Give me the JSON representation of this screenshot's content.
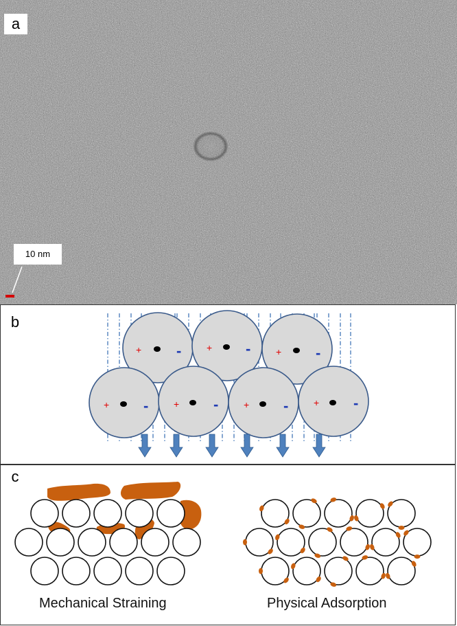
{
  "panels": {
    "a": {
      "label": "a",
      "scale_bar_text": "10 nm",
      "scale_bar_color": "#d40000"
    },
    "b": {
      "label": "b",
      "positive_sign": "+",
      "negative_sign": "-",
      "positive_color": "#e00000",
      "negative_color": "#1f3bb3",
      "grain_fill": "#d9d9d9",
      "grain_stroke": "#3a5a8a",
      "arrow_color": "#4f81bd"
    },
    "c": {
      "label": "c",
      "left_caption": "Mechanical Straining",
      "right_caption": "Physical Adsorption",
      "particle_color": "#c8600f"
    }
  }
}
